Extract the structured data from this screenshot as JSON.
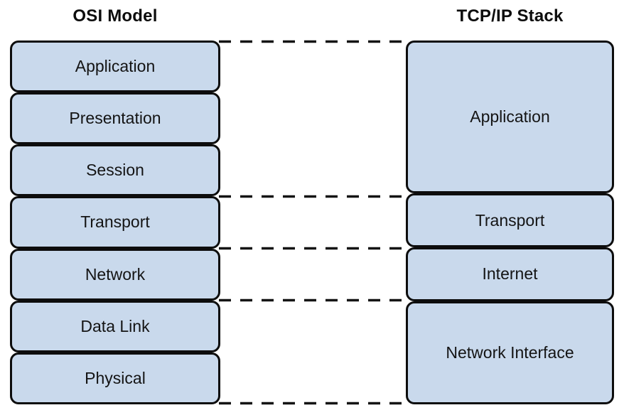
{
  "diagram": {
    "left_column": {
      "title": "OSI Model",
      "layers": [
        "Application",
        "Presentation",
        "Session",
        "Transport",
        "Network",
        "Data Link",
        "Physical"
      ]
    },
    "right_column": {
      "title": "TCP/IP Stack",
      "layers": [
        {
          "label": "Application",
          "spans_osi_layers": 3
        },
        {
          "label": "Transport",
          "spans_osi_layers": 1
        },
        {
          "label": "Internet",
          "spans_osi_layers": 1
        },
        {
          "label": "Network Interface",
          "spans_osi_layers": 2
        }
      ]
    },
    "colors": {
      "box_fill": "#c9d9ec",
      "box_border": "#0d0d0d",
      "dashed_line": "#141414",
      "background": "#ffffff",
      "text": "#141414"
    }
  }
}
